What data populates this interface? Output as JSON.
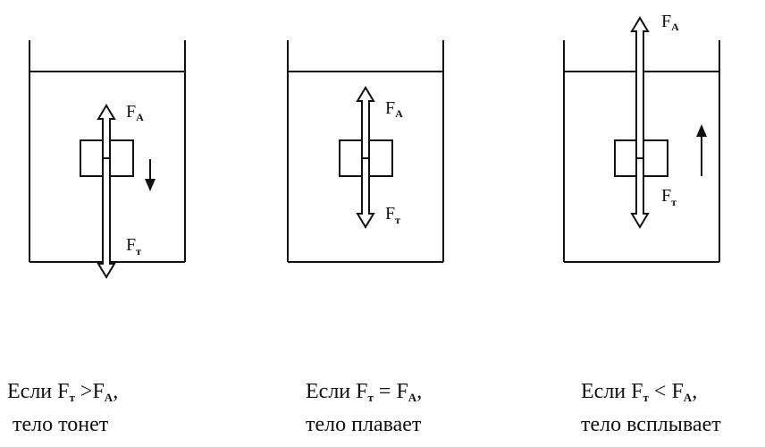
{
  "panels": [
    {
      "force_up": {
        "base": "F",
        "sub": "A"
      },
      "force_down": {
        "base": "F",
        "sub": "т"
      },
      "caption": {
        "line1_prefix": "Если ",
        "f1_base": "F",
        "f1_sub": "т",
        "op": " >",
        "f2_base": "F",
        "f2_sub": "A",
        "tail": ",",
        "line2": "тело тонет"
      }
    },
    {
      "force_up": {
        "base": "F",
        "sub": "A"
      },
      "force_down": {
        "base": "F",
        "sub": "т"
      },
      "caption": {
        "line1_prefix": "Если ",
        "f1_base": "F",
        "f1_sub": "т",
        "op": " = ",
        "f2_base": "F",
        "f2_sub": "A",
        "tail": ",",
        "line2": "тело плавает"
      }
    },
    {
      "force_up": {
        "base": "F",
        "sub": "A"
      },
      "force_down": {
        "base": "F",
        "sub": "т"
      },
      "caption": {
        "line1_prefix": "Если ",
        "f1_base": "F",
        "f1_sub": "т",
        "op": " < ",
        "f2_base": "F",
        "f2_sub": "A",
        "tail": ",",
        "line2": "тело всплывает"
      }
    }
  ],
  "colors": {
    "ink": "#111111",
    "background": "#ffffff"
  }
}
